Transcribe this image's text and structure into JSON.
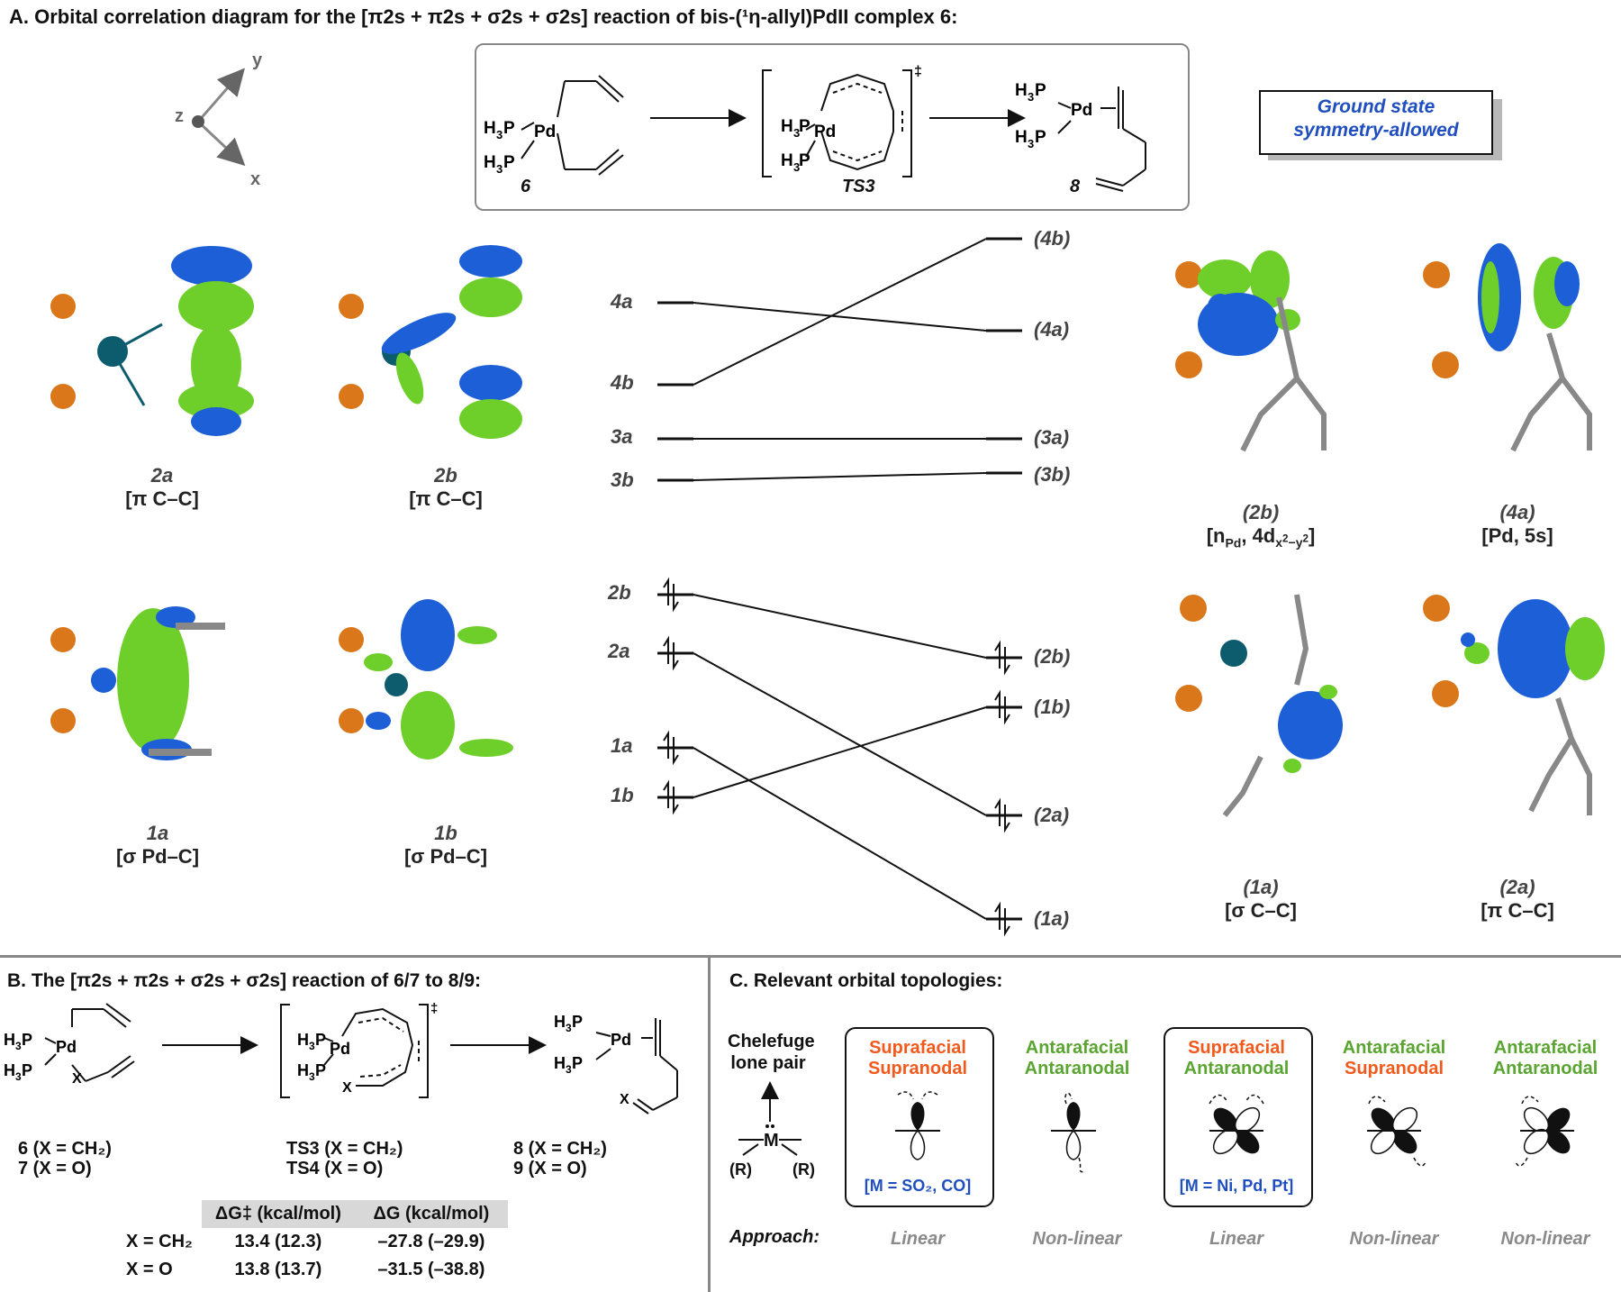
{
  "panel_a": {
    "title": "A. Orbital correlation diagram for the [π2s + π2s + σ2s + σ2s] reaction of bis-(¹η-allyl)PdII complex 6:",
    "axes": {
      "y": "y",
      "z": "z",
      "x": "x"
    },
    "scheme": {
      "reactant_label": "6",
      "ts_label": "TS3",
      "product_label": "8",
      "ts_mark": "‡",
      "h3p": "H₃P",
      "pd": "Pd"
    },
    "ground_state_box": {
      "line1": "Ground state",
      "line2": "symmetry-allowed"
    },
    "left_levels": [
      "4a",
      "4b",
      "3a",
      "3b",
      "2b",
      "2a",
      "1a",
      "1b"
    ],
    "right_levels": [
      "(4b)",
      "(4a)",
      "(3a)",
      "(3b)",
      "(2b)",
      "(1b)",
      "(2a)",
      "(1a)"
    ],
    "orbitals_left": [
      {
        "label": "2a",
        "desc": "[π C–C]"
      },
      {
        "label": "2b",
        "desc": "[π C–C]"
      },
      {
        "label": "1a",
        "desc": "[σ Pd–C]"
      },
      {
        "label": "1b",
        "desc": "[σ Pd–C]"
      }
    ],
    "orbitals_right": [
      {
        "label": "(2b)",
        "desc": "[nPd, 4dx2−y2]"
      },
      {
        "label": "(4a)",
        "desc": "[Pd, 5s]"
      },
      {
        "label": "(1a)",
        "desc": "[σ C–C]"
      },
      {
        "label": "(2a)",
        "desc": "[π C–C]"
      }
    ]
  },
  "panel_b": {
    "title": "B. The [π2s + π2s + σ2s + σ2s] reaction of 6/7 to 8/9:",
    "reactant_lines": [
      "6 (X = CH₂)",
      "7 (X = O)"
    ],
    "ts_lines": [
      "TS3 (X = CH₂)",
      "TS4 (X = O)"
    ],
    "product_lines": [
      "8 (X = CH₂)",
      "9 (X = O)"
    ],
    "table": {
      "headers": [
        "ΔG‡ (kcal/mol)",
        "ΔG (kcal/mol)"
      ],
      "rows": [
        {
          "label": "X = CH₂",
          "dg_act": "13.4 (12.3)",
          "dg": "–27.8 (–29.9)"
        },
        {
          "label": "X = O",
          "dg_act": "13.8 (13.7)",
          "dg": "–31.5 (–38.8)"
        }
      ]
    }
  },
  "panel_c": {
    "title": "C. Relevant orbital topologies:",
    "chelefuge": "Chelefuge lone pair",
    "metal": "M",
    "r": "(R)",
    "approach_label": "Approach:",
    "topologies": [
      {
        "line1": "Suprafacial",
        "line2": "Supranodal",
        "note": "[M = SO₂, CO]",
        "approach": "Linear"
      },
      {
        "line1": "Antarafacial",
        "line2": "Antaranodal",
        "note": "",
        "approach": "Non-linear"
      },
      {
        "line1": "Suprafacial",
        "line2": "Antaranodal",
        "note": "[M = Ni, Pd, Pt]",
        "approach": "Linear"
      },
      {
        "line1": "Antarafacial",
        "line2": "Supranodal",
        "note": "",
        "approach": "Non-linear"
      },
      {
        "line1": "Antarafacial",
        "line2": "Antaranodal",
        "note": "",
        "approach": "Non-linear"
      }
    ],
    "colors": {
      "supra": "#f25a1d",
      "antara": "#5aa531",
      "note": "#1f4fbf"
    }
  }
}
